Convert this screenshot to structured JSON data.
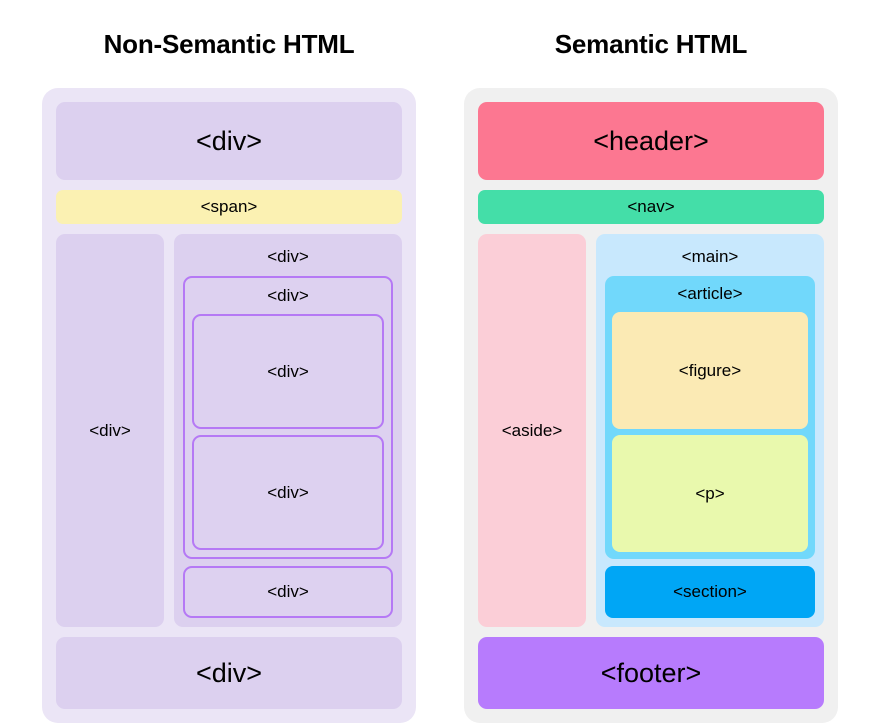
{
  "diagram": {
    "title_left": "Non-Semantic HTML",
    "title_right": "Semantic HTML",
    "panels": [
      {
        "id": "non-semantic",
        "heading": "Non-Semantic HTML",
        "background": "#ebe5f6",
        "blocks": {
          "top": "<div>",
          "span": "<span>",
          "sidebar": "<div>",
          "main": "<div>",
          "article": "<div>",
          "figure": "<div>",
          "paragraph": "<div>",
          "section": "<div>",
          "bottom": "<div>"
        }
      },
      {
        "id": "semantic",
        "heading": "Semantic HTML",
        "background": "#f0f0f0",
        "blocks": {
          "top": "<header>",
          "nav": "<nav>",
          "sidebar": "<aside>",
          "main": "<main>",
          "article": "<article>",
          "figure": "<figure>",
          "paragraph": "<p>",
          "section": "<section>",
          "bottom": "<footer>"
        }
      }
    ],
    "colors": {
      "page_background": "#ffffff",
      "text": "#000000",
      "nonsemantic_card": "#ebe5f6",
      "nonsemantic_block": "#dcd0ef",
      "nonsemantic_outline": "#b579f5",
      "nonsemantic_outline_fill": "#ddd1f0",
      "span_yellow": "#fbf1b2",
      "semantic_card": "#f0f0f0",
      "header_pink": "#fc7791",
      "nav_green": "#44dea8",
      "aside_pink": "#fbced7",
      "main_lightblue": "#c8e8fd",
      "article_blue": "#71d8fb",
      "figure_yellow": "#fbeab4",
      "paragraph_lime": "#e9f9ad",
      "section_blue": "#00a6f5",
      "footer_purple": "#b77bfd"
    }
  }
}
